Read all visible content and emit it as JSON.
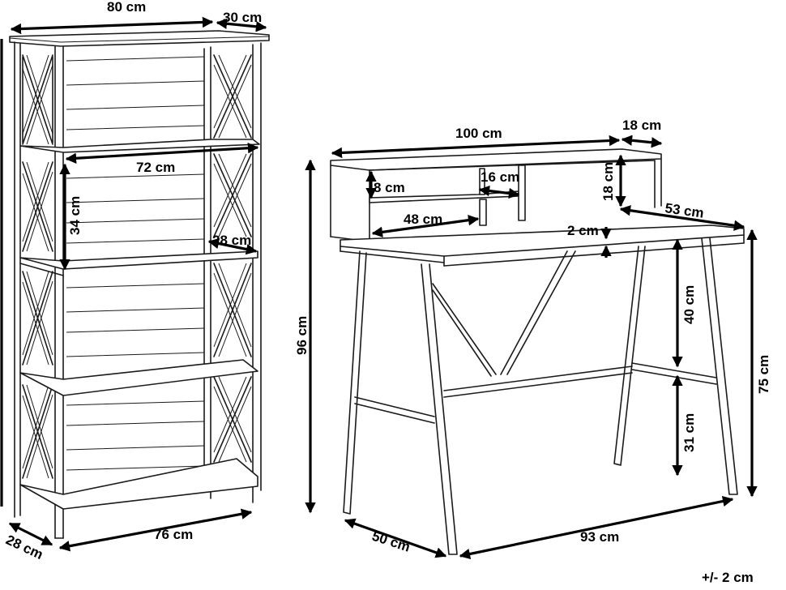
{
  "bookcase": {
    "width": "80 cm",
    "depth_top": "30 cm",
    "shelf_width": "72 cm",
    "shelf_gap": "34 cm",
    "shelf_depth": "28 cm",
    "base_width": "76 cm",
    "base_depth": "28 cm"
  },
  "desk": {
    "hutch_width": "100 cm",
    "hutch_depth": "18 cm",
    "hutch_height": "18 cm",
    "compartment_height": "8 cm",
    "divider_width": "16 cm",
    "compartment_width": "48 cm",
    "desk_depth": "53 cm",
    "top_thickness": "2 cm",
    "total_height": "96 cm",
    "knee_height": "40 cm",
    "bar_height": "31 cm",
    "table_height": "75 cm",
    "base_depth": "50 cm",
    "base_width": "93 cm"
  },
  "tolerance": "+/- 2 cm"
}
